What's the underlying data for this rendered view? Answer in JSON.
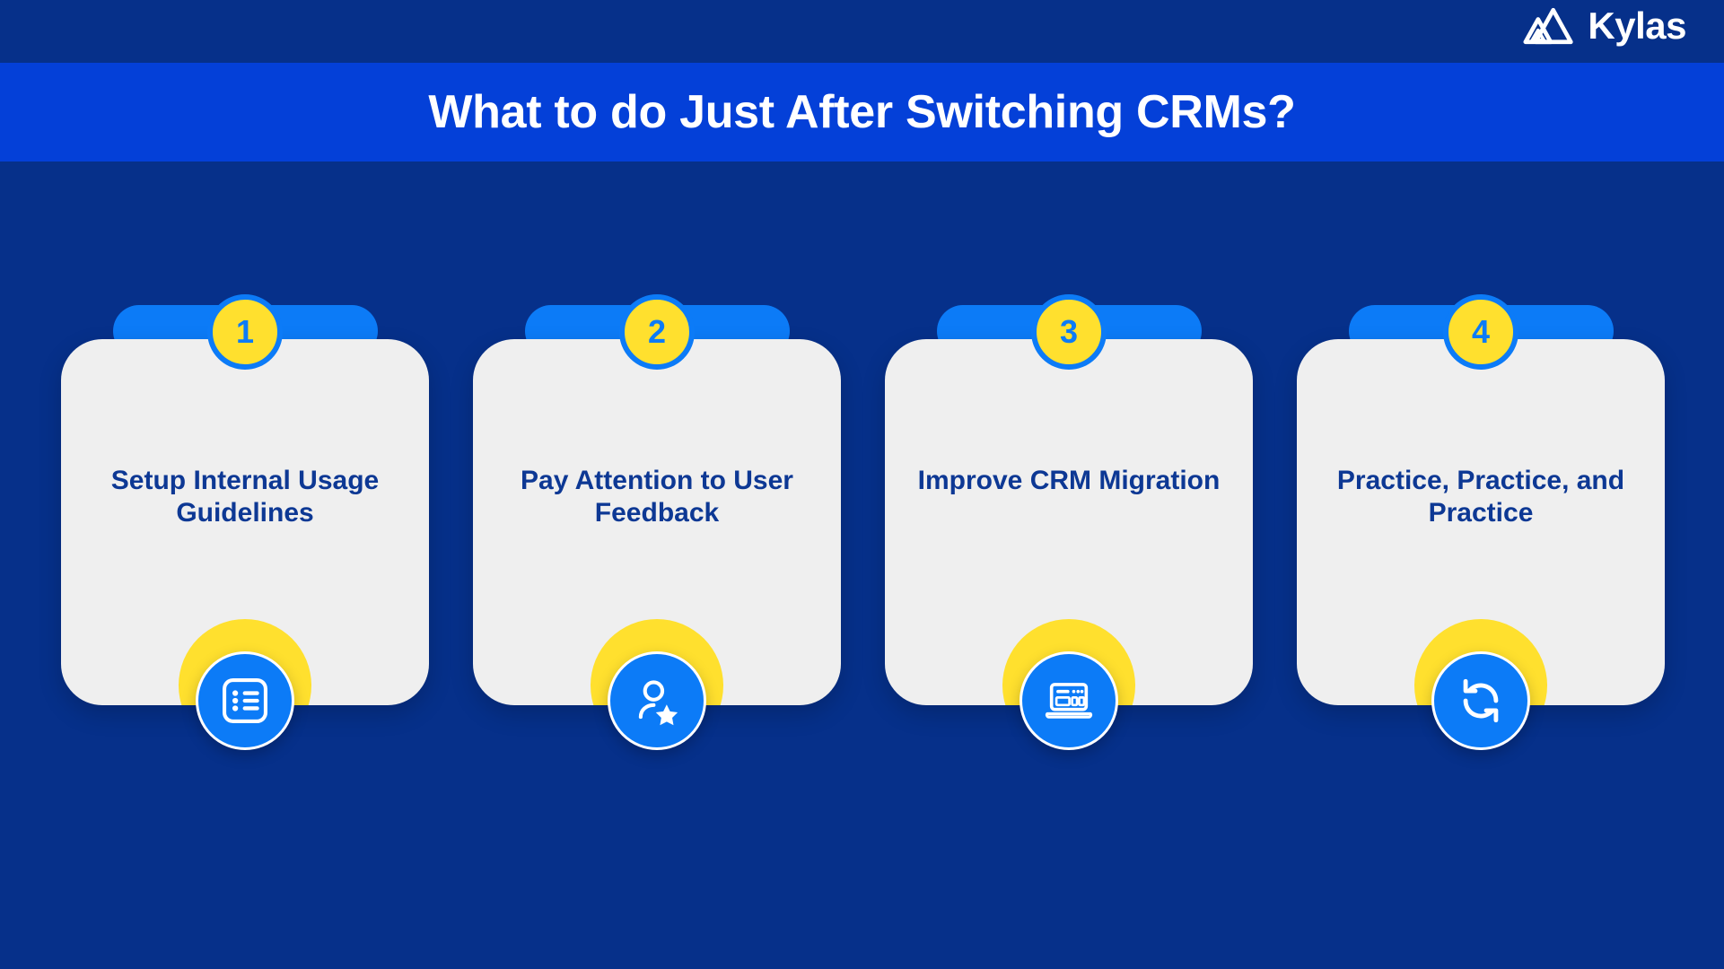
{
  "brand": {
    "name": "Kylas",
    "logo_icon": "mountain-logo-icon"
  },
  "header": {
    "title": "What to do Just After Switching CRMs?"
  },
  "colors": {
    "navy": "#06308a",
    "band_blue": "#0440d8",
    "accent_blue": "#0c7bf7",
    "yellow": "#ffe02e",
    "card_bg": "#efefef",
    "card_text": "#0d3894",
    "white": "#ffffff"
  },
  "cards": [
    {
      "number": "1",
      "title": "Setup Internal Usage Guidelines",
      "icon": "checklist-icon"
    },
    {
      "number": "2",
      "title": "Pay Attention to User Feedback",
      "icon": "user-star-icon"
    },
    {
      "number": "3",
      "title": "Improve CRM Migration",
      "icon": "laptop-dashboard-icon"
    },
    {
      "number": "4",
      "title": "Practice, Practice, and Practice",
      "icon": "refresh-sync-icon"
    }
  ]
}
